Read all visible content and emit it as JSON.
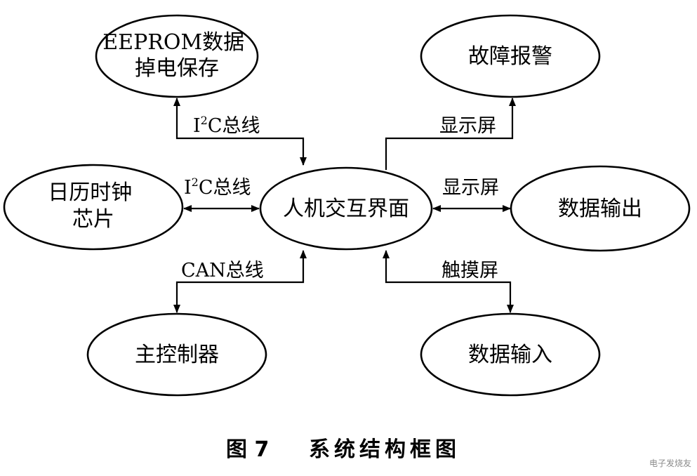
{
  "nodes": {
    "center": "人机交互界面",
    "eeprom": [
      "EEPROM数据",
      "掉电保存"
    ],
    "fault": "故障报警",
    "clock": [
      "日历时钟",
      "芯片"
    ],
    "data_out": "数据输出",
    "controller": "主控制器",
    "data_in": "数据输入"
  },
  "links": {
    "i2c_top": {
      "prefix": "I",
      "sup": "2",
      "suffix": "C总线"
    },
    "i2c_left": {
      "prefix": "I",
      "sup": "2",
      "suffix": "C总线"
    },
    "can": "CAN总线",
    "display_top": "显示屏",
    "display_right": "显示屏",
    "touch": "触摸屏"
  },
  "caption": {
    "figure": "图 7",
    "title": "系统结构框图"
  },
  "watermark": "电子发烧友"
}
